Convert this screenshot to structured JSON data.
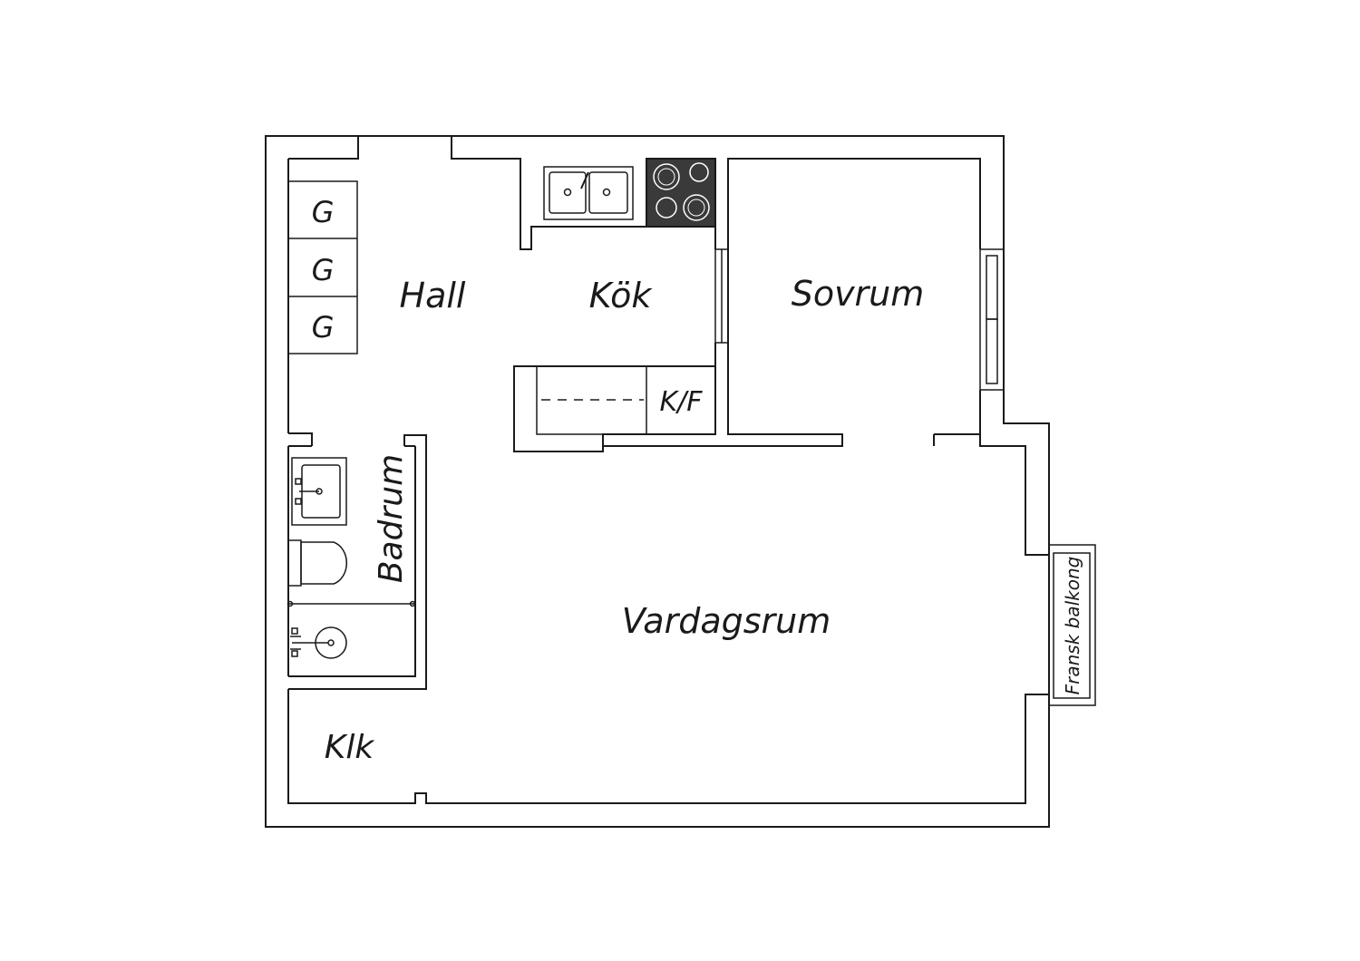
{
  "plan": {
    "rooms": {
      "hall": "Hall",
      "kitchen": "Kök",
      "bedroom": "Sovrum",
      "bathroom": "Badrum",
      "living_room": "Vardagsrum",
      "closet": "Klk",
      "balcony": "Fransk balkong"
    },
    "appliances": {
      "fridge_freezer": "K/F",
      "wardrobes": [
        "G",
        "G",
        "G"
      ]
    },
    "colors": {
      "line": "#1a1a1a",
      "stove": "#3a3a3a",
      "background": "#ffffff"
    }
  }
}
